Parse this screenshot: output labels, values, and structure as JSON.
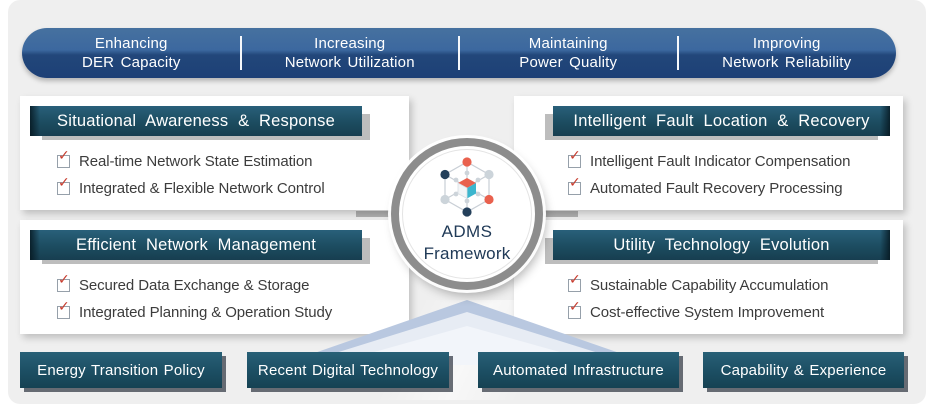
{
  "banner": {
    "segments": [
      {
        "line1": "Enhancing",
        "line2": "DER Capacity"
      },
      {
        "line1": "Increasing",
        "line2": "Network Utilization"
      },
      {
        "line1": "Maintaining",
        "line2": "Power Quality"
      },
      {
        "line1": "Improving",
        "line2": "Network Reliability"
      }
    ]
  },
  "quadrants": [
    {
      "title": "Situational Awareness & Response",
      "items": [
        "Real-time Network State Estimation",
        "Integrated & Flexible Network Control"
      ]
    },
    {
      "title": "Intelligent Fault Location & Recovery",
      "items": [
        "Intelligent Fault Indicator Compensation",
        "Automated Fault Recovery Processing"
      ]
    },
    {
      "title": "Efficient Network Management",
      "items": [
        "Secured Data Exchange & Storage",
        "Integrated Planning & Operation Study"
      ]
    },
    {
      "title": "Utility Technology Evolution",
      "items": [
        "Sustainable Capability Accumulation",
        "Cost-effective System Improvement"
      ]
    }
  ],
  "center": {
    "title_line1": "ADMS",
    "title_line2": "Framework",
    "icon": "network-cube-icon"
  },
  "foundations": [
    {
      "label": "Energy Transition Policy"
    },
    {
      "label": "Recent Digital Technology"
    },
    {
      "label": "Automated Infrastructure"
    },
    {
      "label": "Capability & Experience"
    }
  ],
  "colors": {
    "banner_blue_top": "#3c689f",
    "banner_blue_bottom": "#1d4076",
    "header_teal": "#1c4c60",
    "foundation_teal": "#1c4e63",
    "check_red": "#c6392b",
    "ring_gray": "#8d8d8d",
    "chevron_blue": "#b9c8e0",
    "background_gray": "#efefef",
    "item_text": "#3c3c3c"
  }
}
